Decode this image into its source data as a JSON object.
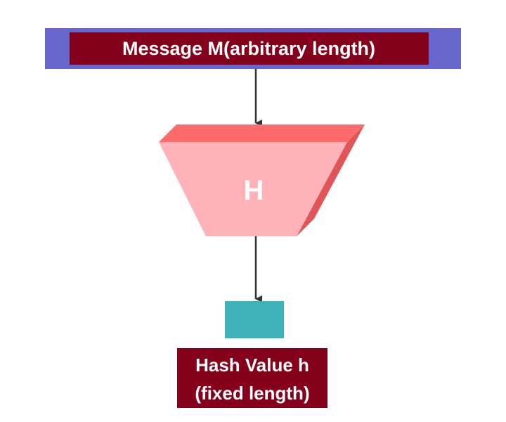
{
  "diagram": {
    "input": {
      "label": "Message M(arbitrary length)"
    },
    "function": {
      "label": "H"
    },
    "output": {
      "line1": "Hash Value h",
      "line2": "(fixed length)"
    }
  },
  "colors": {
    "input_outer": "#6666cc",
    "input_inner": "#85001b",
    "funnel_front": "#ffb3b8",
    "funnel_top": "#ff6b6b",
    "funnel_side": "#e05558",
    "output_box": "#3fb2b8",
    "output_label_bg": "#85001b",
    "arrow": "#333333",
    "text": "#ffffff"
  }
}
